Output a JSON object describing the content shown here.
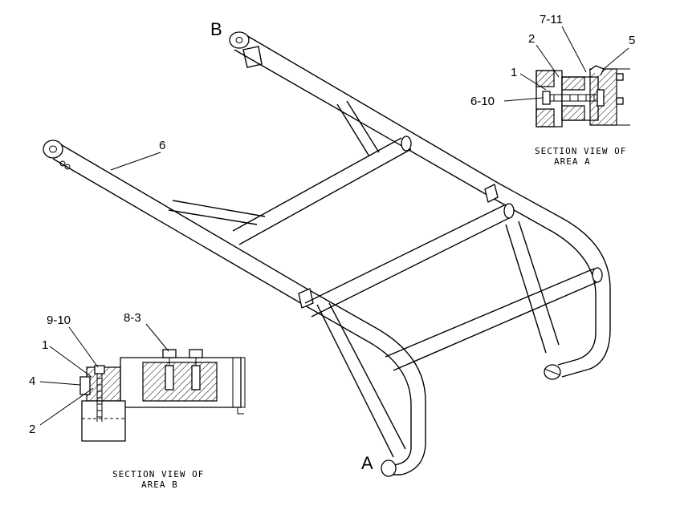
{
  "labels": {
    "point_b": "B",
    "point_a": "A",
    "part_6": "6",
    "section_a": {
      "l_7_11": "7-11",
      "l_2": "2",
      "l_5": "5",
      "l_1": "1",
      "l_6_10": "6-10",
      "caption_line1": "SECTION VIEW OF",
      "caption_line2": "AREA A"
    },
    "section_b": {
      "l_9_10": "9-10",
      "l_8_3": "8-3",
      "l_1": "1",
      "l_4": "4",
      "l_2": "2",
      "caption_line1": "SECTION VIEW OF",
      "caption_line2": "AREA B"
    }
  }
}
